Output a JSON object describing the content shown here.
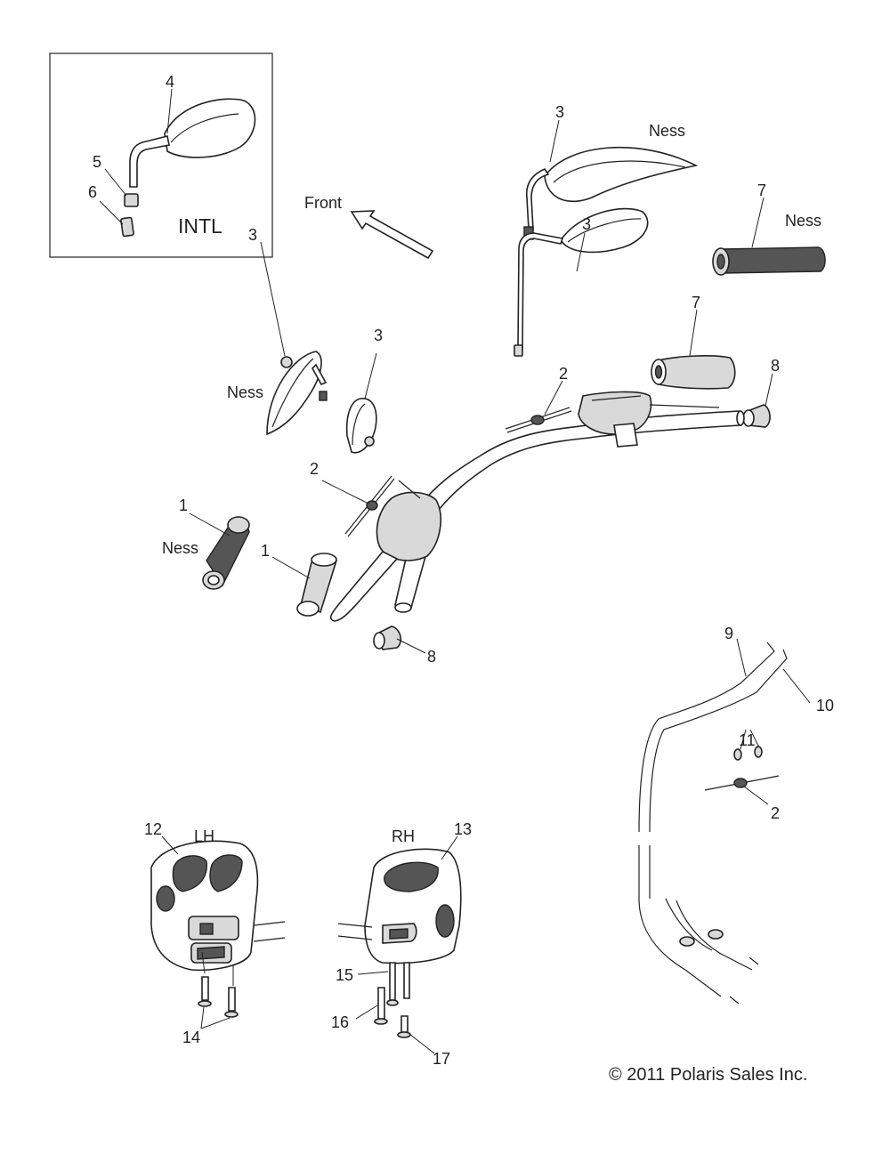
{
  "callouts": [
    {
      "id": "c4",
      "text": "4"
    },
    {
      "id": "c5",
      "text": "5"
    },
    {
      "id": "c6",
      "text": "6"
    },
    {
      "id": "c3a",
      "text": "3"
    },
    {
      "id": "c3b",
      "text": "3"
    },
    {
      "id": "c3c",
      "text": "3"
    },
    {
      "id": "c3d",
      "text": "3"
    },
    {
      "id": "c7a",
      "text": "7"
    },
    {
      "id": "c7b",
      "text": "7"
    },
    {
      "id": "c8a",
      "text": "8"
    },
    {
      "id": "c8b",
      "text": "8"
    },
    {
      "id": "c2a",
      "text": "2"
    },
    {
      "id": "c2b",
      "text": "2"
    },
    {
      "id": "c2c",
      "text": "2"
    },
    {
      "id": "c1a",
      "text": "1"
    },
    {
      "id": "c1b",
      "text": "1"
    },
    {
      "id": "c9",
      "text": "9"
    },
    {
      "id": "c10",
      "text": "10"
    },
    {
      "id": "c11",
      "text": "11"
    },
    {
      "id": "c12",
      "text": "12"
    },
    {
      "id": "c13",
      "text": "13"
    },
    {
      "id": "c14",
      "text": "14"
    },
    {
      "id": "c15",
      "text": "15"
    },
    {
      "id": "c16",
      "text": "16"
    },
    {
      "id": "c17",
      "text": "17"
    }
  ],
  "texts": {
    "intl": "INTL",
    "front": "Front",
    "ness_mirror_top": "Ness",
    "ness_grip_right": "Ness",
    "ness_mirror_left": "Ness",
    "ness_grip_left": "Ness",
    "lh": "LH",
    "rh": "RH",
    "copyright": "© 2011 Polaris Sales Inc."
  }
}
